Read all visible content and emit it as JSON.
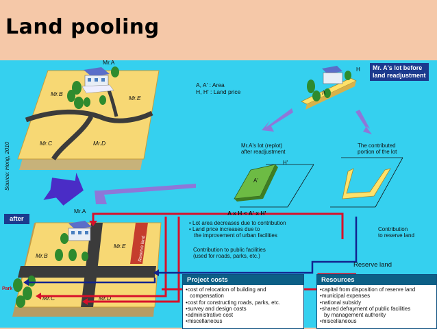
{
  "header": {
    "title": "Land pooling"
  },
  "source": "Source: Hong, 2010",
  "legend": {
    "line1": "A, A' : Area",
    "line2": "H, H' : Land price"
  },
  "before_map": {
    "owners": [
      "Mr.A",
      "Mr.B",
      "Mr.E",
      "Mr.C",
      "Mr.D"
    ]
  },
  "after_map": {
    "tag": "after",
    "owners": [
      "Mr.A",
      "Mr.B",
      "Mr.E",
      "Mr.C",
      "Mr.D"
    ],
    "reserve_label": "Reserve land",
    "park_label": "Park"
  },
  "lot_before": {
    "title_line1": "Mr. A's lot before",
    "title_line2": "land readjustment",
    "h": "H",
    "a": "A"
  },
  "replot": {
    "title_line1": "Mr.A's lot (replot)",
    "title_line2": "after readjustment",
    "h": "H'",
    "a": "A'",
    "formula": "A x H < A' x H'"
  },
  "contributed": {
    "title_line1": "The contributed",
    "title_line2": "portion of the lot"
  },
  "notes": {
    "bullet1_line1": "Lot area decreases due to contribution",
    "bullet2_line1": "Land price increases due to",
    "bullet2_line2": "the improvement of urban facilities"
  },
  "contribution": {
    "line1": "Contribution",
    "line2": "to reserve land"
  },
  "public": {
    "line1": "Contribution to public facilities",
    "line2": "(used for roads, parks, etc.)"
  },
  "reserve_land": "Reserve land",
  "project_costs": {
    "title": "Project costs",
    "items": [
      "cost of relocation of building and",
      "compensation",
      "cost for constructing roads, parks, etc.",
      "survey and design costs",
      "administrative cost",
      "miscellaneous"
    ]
  },
  "resources": {
    "title": "Resources",
    "items": [
      "capital from disposition of reserve land",
      "municipal expenses",
      "national subsidy",
      "shared defrayment of public facilities",
      "by management authority",
      "miscellaneous"
    ]
  },
  "colors": {
    "background": "#f5c8a8",
    "panel": "#35d0ef",
    "land": "#f7d874",
    "road": "#3b3b3b",
    "arrow_red": "#d7102a",
    "arrow_blue": "#12238f",
    "arrow_purple": "#8e77d8",
    "box_header": "#0c5f86",
    "plot_green": "#6dbb44"
  }
}
